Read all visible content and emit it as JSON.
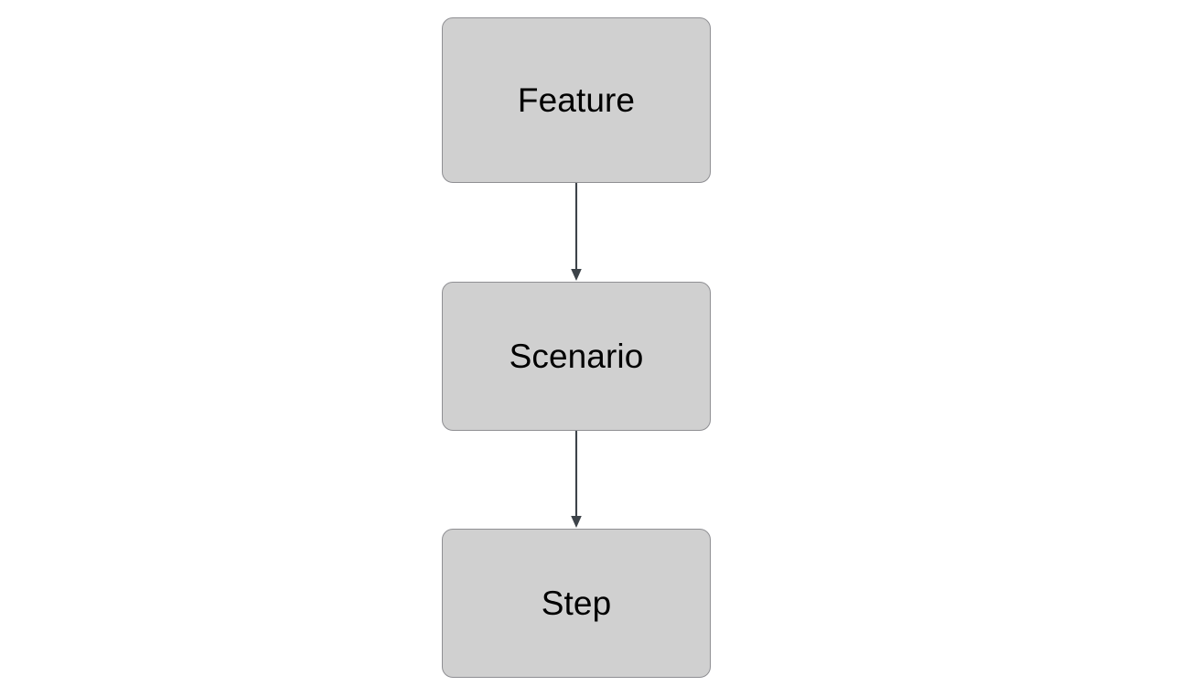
{
  "diagram": {
    "title": "",
    "background_color": "#ffffff",
    "orientation": "top-to-bottom",
    "node_fill_color": "#d0d0d0",
    "node_border_color": "#8f8f93",
    "node_text_color": "#000000",
    "edge_color": "#3d4349",
    "nodes": [
      {
        "id": "feature",
        "label": "Feature"
      },
      {
        "id": "scenario",
        "label": "Scenario"
      },
      {
        "id": "step",
        "label": "Step"
      }
    ],
    "edges": [
      {
        "from": "feature",
        "to": "scenario",
        "label": "",
        "arrow": "arrow-head-icon"
      },
      {
        "from": "scenario",
        "to": "step",
        "label": "",
        "arrow": "arrow-head-icon"
      }
    ]
  }
}
